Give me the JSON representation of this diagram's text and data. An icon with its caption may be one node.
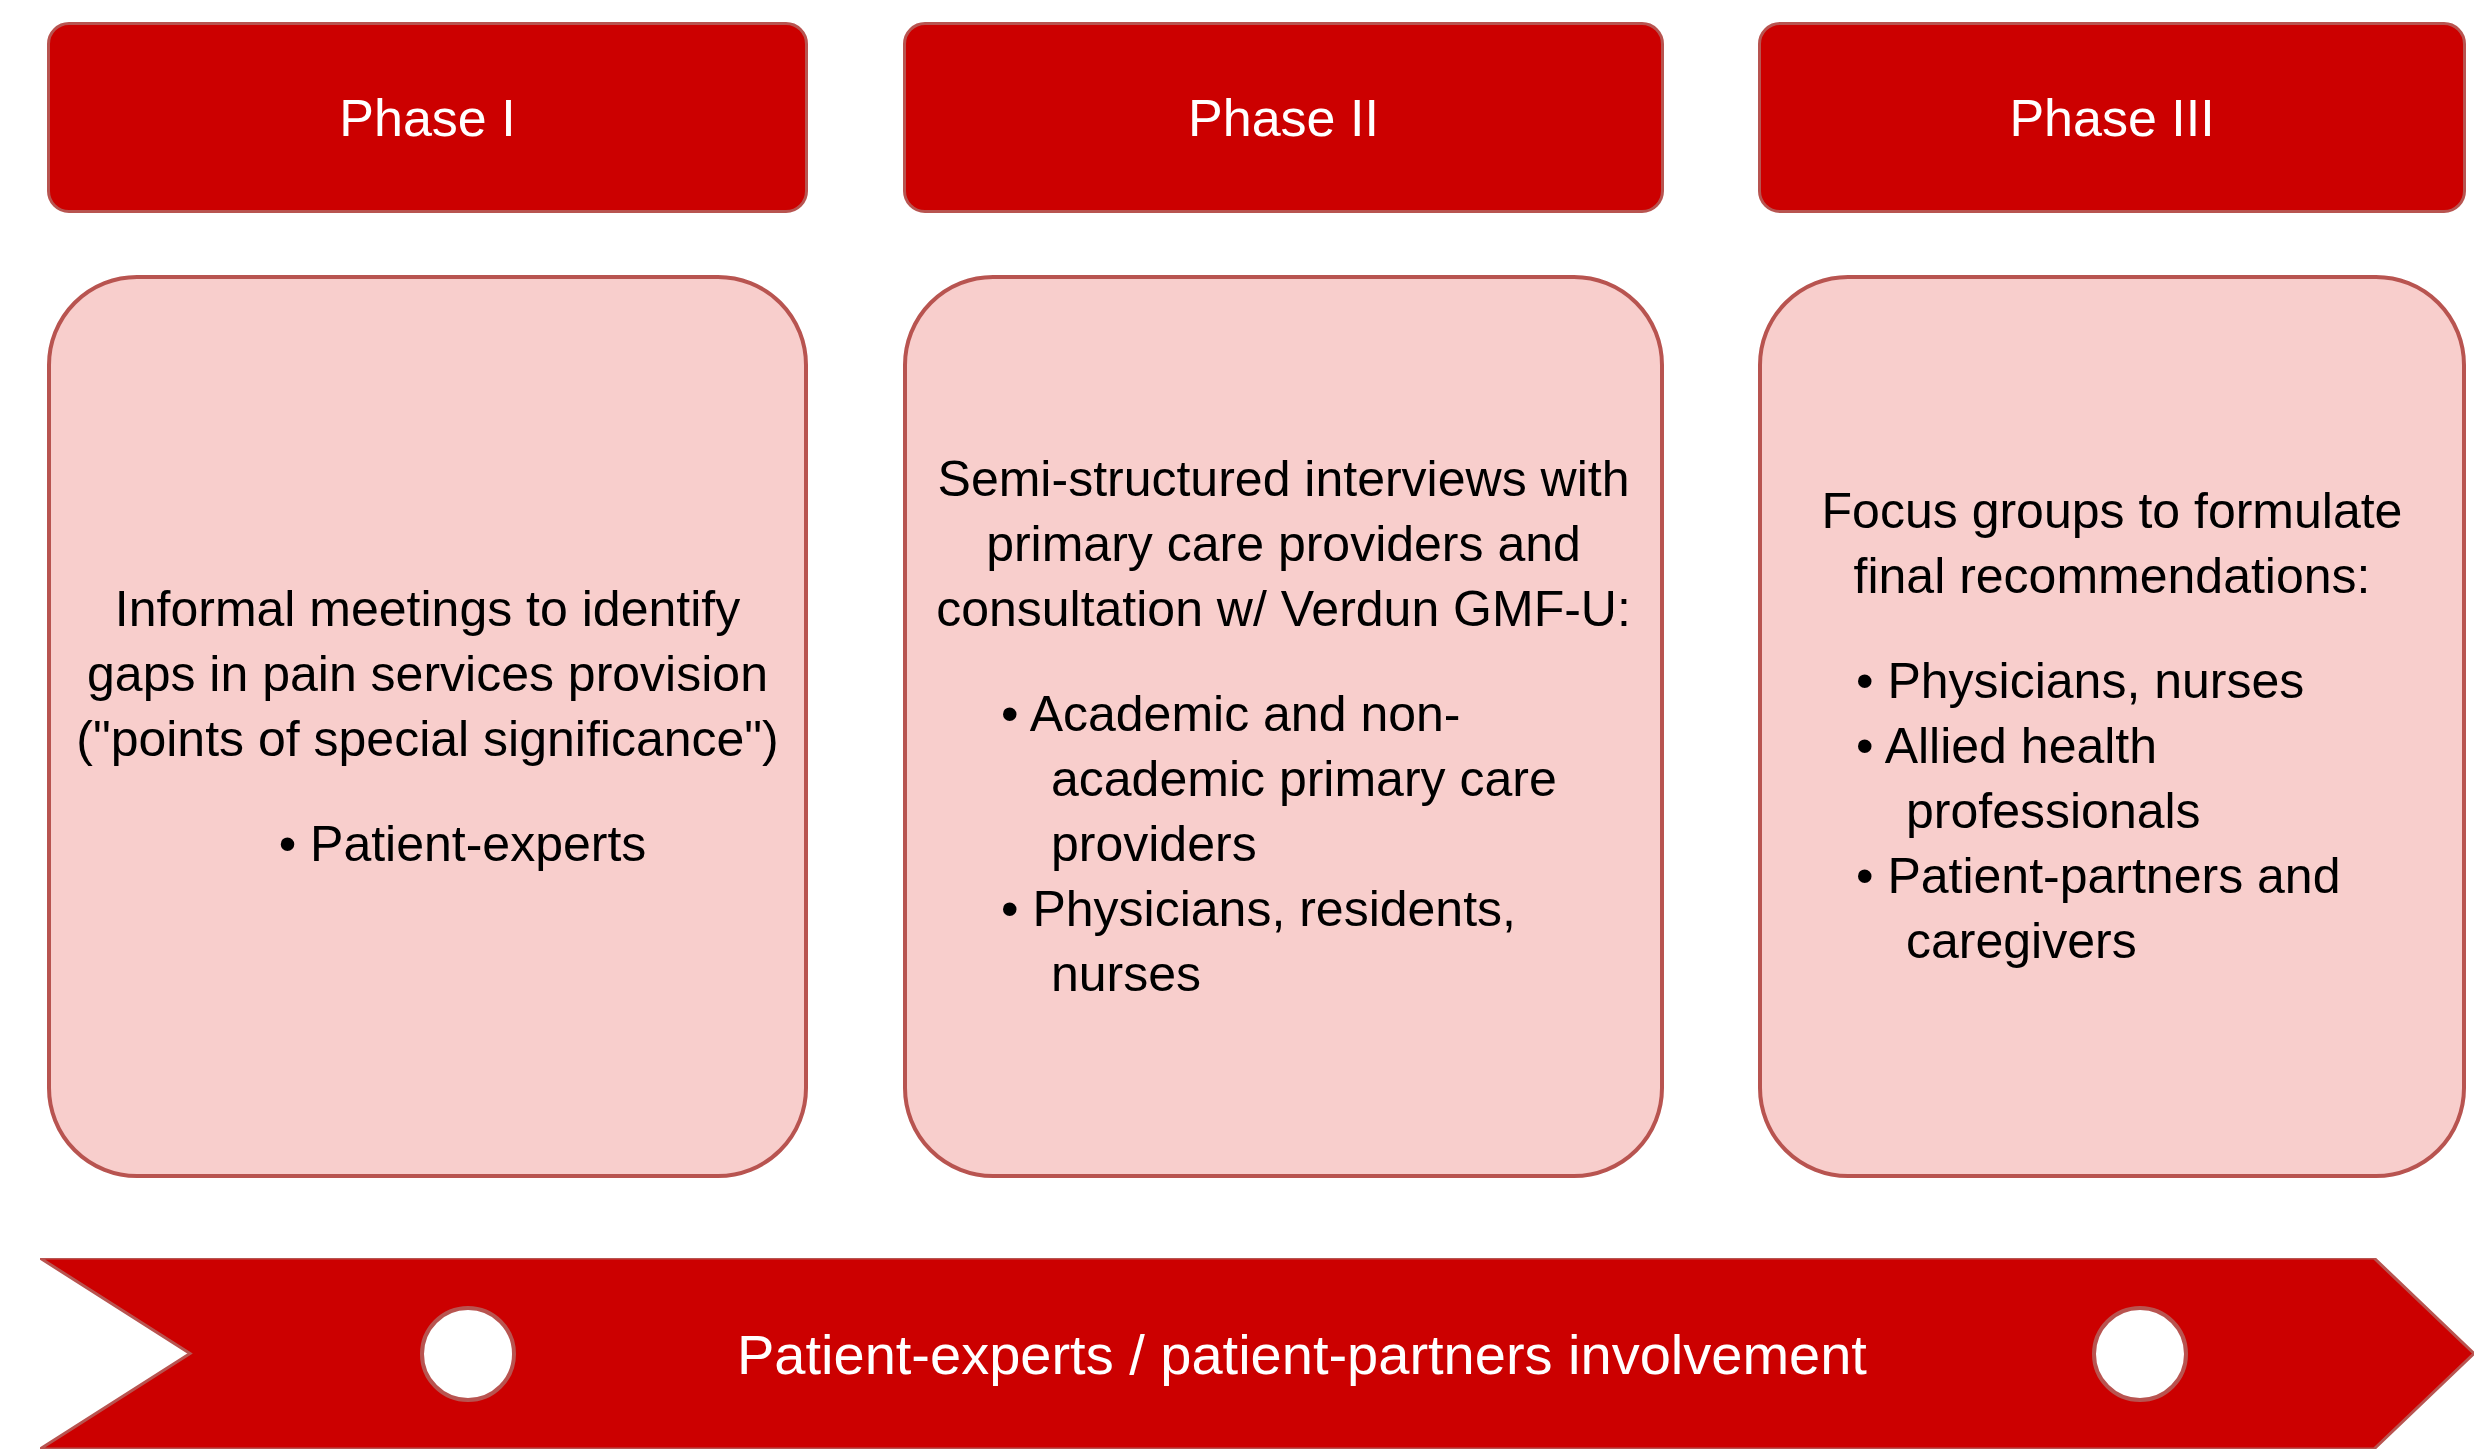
{
  "diagram": {
    "nodes": [
      {
        "text": [
          "Phase I"
        ]
      },
      {
        "text": [
          "Phase II"
        ]
      },
      {
        "text": [
          "Phase III"
        ]
      },
      {
        "text": [
          "Informal meetings to identify gaps in pain services provision (\"points of special significance\")",
          "• Patient-experts"
        ]
      },
      {
        "text": [
          "Semi-structured interviews with primary care providers and consultation w/ Verdun GMF-U:",
          "• Academic and non-academic primary care providers",
          "• Physicians, residents, nurses"
        ]
      },
      {
        "text": [
          "Focus groups to formulate final recommendations:",
          "• Physicians, nurses",
          "• Allied health professionals",
          "• Patient-partners and caregivers"
        ]
      },
      {
        "text": [
          "Patient-experts / patient-partners involvement"
        ]
      },
      {
        "text": [],
        "shape": "circle",
        "in": 6
      },
      {
        "text": [],
        "shape": "circle",
        "in": 6
      }
    ]
  }
}
